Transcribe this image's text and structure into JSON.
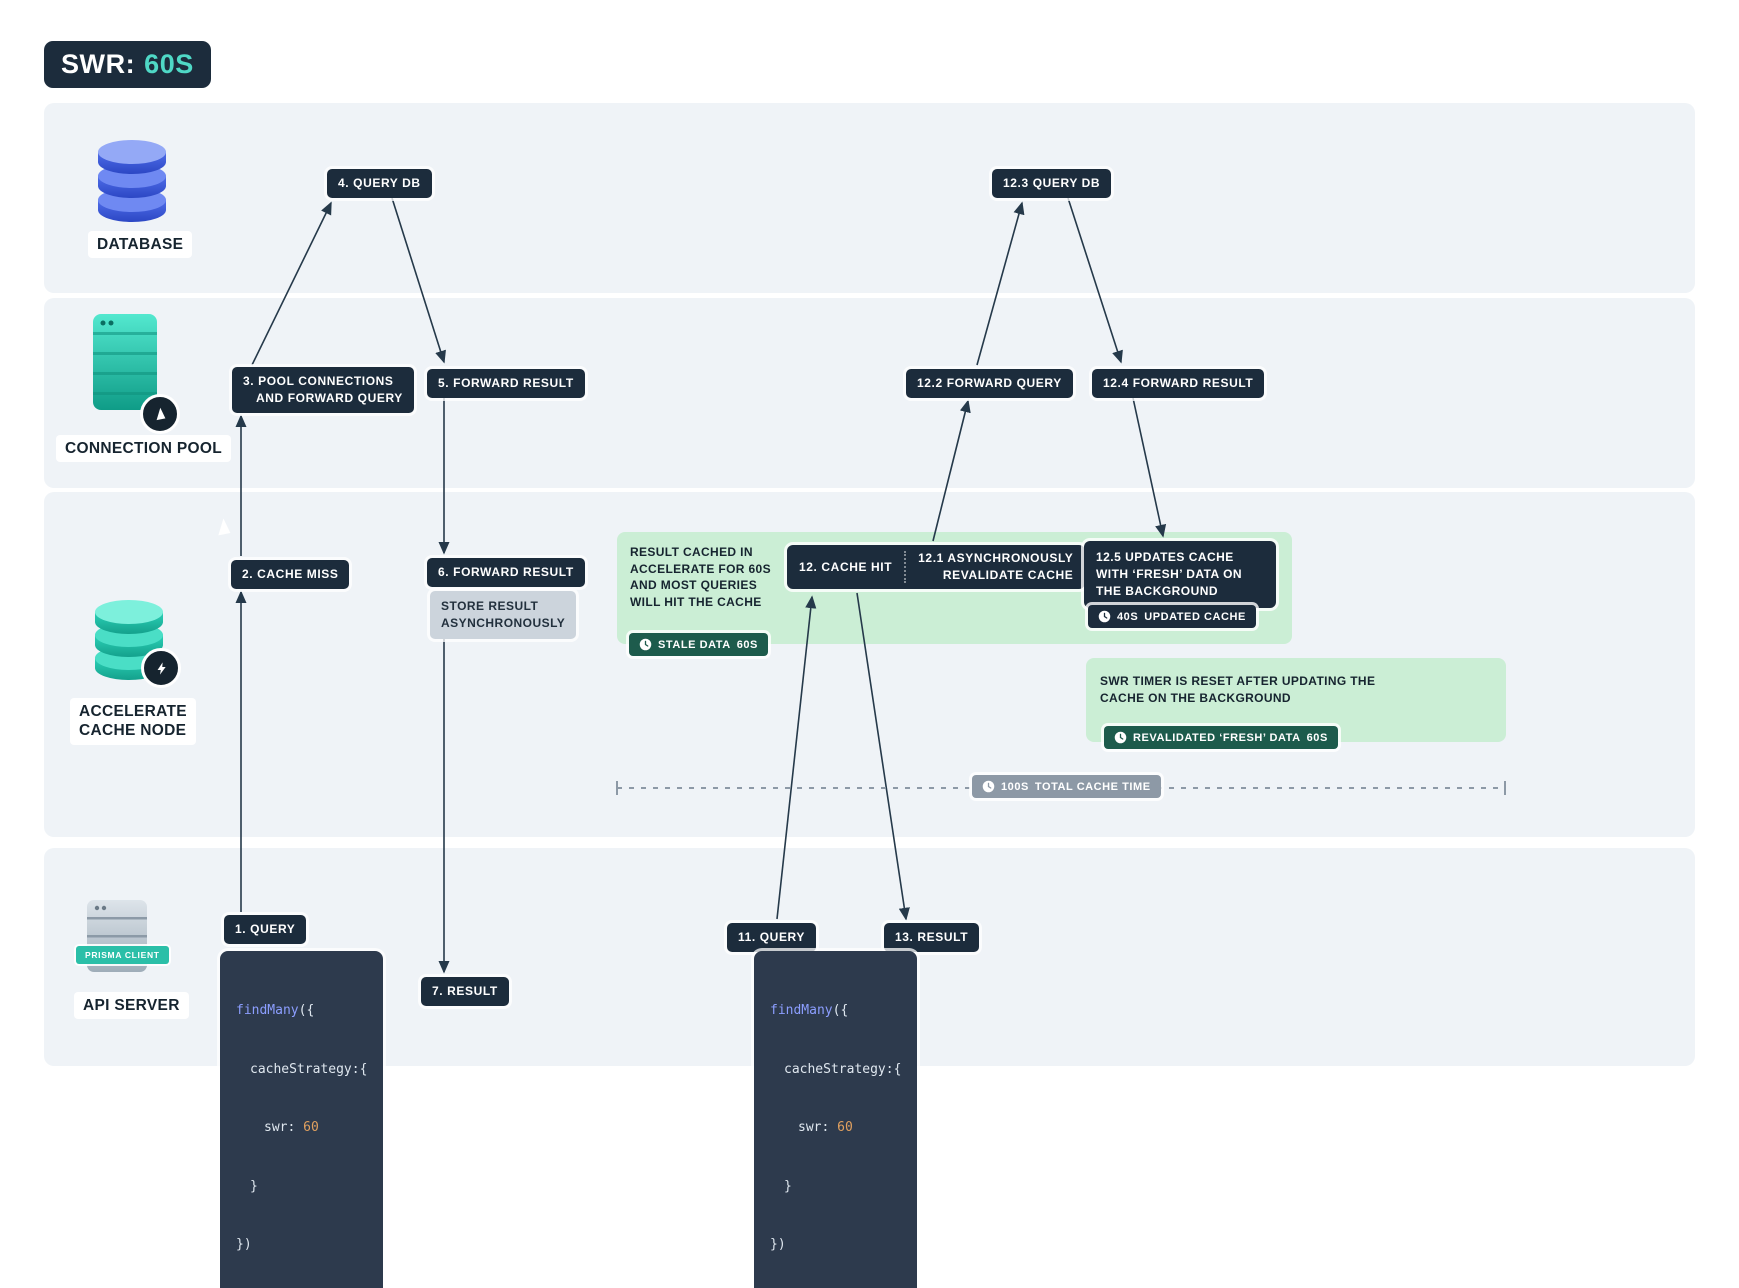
{
  "title": {
    "prefix": "SWR:",
    "value": "60S"
  },
  "lanes": {
    "database": "DATABASE",
    "connection_pool": "CONNECTION POOL",
    "accelerate_line1": "ACCELERATE",
    "accelerate_line2": "CACHE NODE",
    "api_server": "API SERVER",
    "prisma_client": "PRISMA CLIENT"
  },
  "steps": {
    "s1": "1. QUERY",
    "s2": "2. CACHE MISS",
    "s3a": "3. POOL CONNECTIONS",
    "s3b": "AND FORWARD QUERY",
    "s4": "4. QUERY DB",
    "s5": "5. FORWARD RESULT",
    "s6": "6. FORWARD RESULT",
    "s7": "7. RESULT",
    "store_a": "STORE RESULT",
    "store_b": "ASYNCHRONOUSLY",
    "s11": "11. QUERY",
    "s12": "12. CACHE HIT",
    "s12_1a": "12.1 ASYNCHRONOUSLY",
    "s12_1b": "REVALIDATE CACHE",
    "s12_2": "12.2 FORWARD QUERY",
    "s12_3": "12.3 QUERY DB",
    "s12_4": "12.4 FORWARD RESULT",
    "s12_5": "12.5 UPDATES CACHE WITH ‘FRESH’ DATA ON THE BACKGROUND",
    "s13": "13. RESULT"
  },
  "notes": {
    "cache": "RESULT CACHED IN ACCELERATE FOR 60S AND MOST QUERIES WILL HIT THE CACHE",
    "swr": "SWR TIMER  IS RESET AFTER UPDATING THE CACHE ON THE BACKGROUND"
  },
  "badges": {
    "stale_label": "STALE DATA",
    "stale_time": "60S",
    "updated_time": "40S",
    "updated_label": "UPDATED CACHE",
    "revalidated_label": "REVALIDATED ‘FRESH’ DATA",
    "revalidated_time": "60S",
    "total_time": "100S",
    "total_label": "TOTAL CACHE TIME"
  },
  "code": {
    "fn": "findMany",
    "open": "({",
    "line2": "cacheStrategy:{",
    "swr_key": "swr: ",
    "swr_val": "60",
    "close_inner": "}",
    "close_outer": "})"
  },
  "colors": {
    "accent_teal": "#4fd8c6",
    "dark_navy": "#1c2c3c",
    "green_panel": "#cbeed5",
    "green_badge": "#1d5b4c",
    "gray_badge": "#8d99a6"
  }
}
